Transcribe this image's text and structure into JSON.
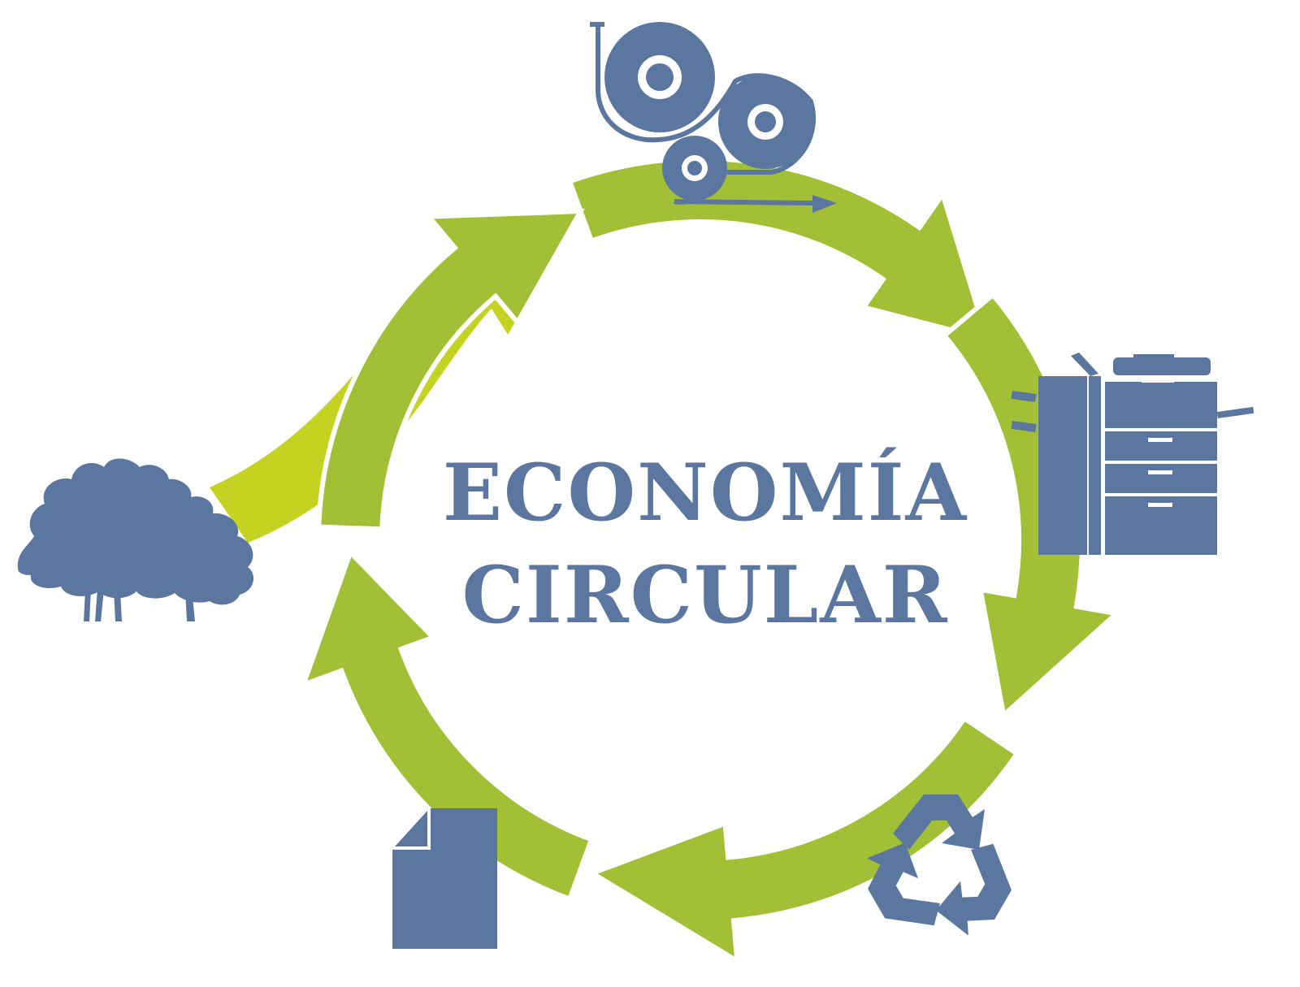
{
  "title": {
    "line1": "ECONOMÍA",
    "line2": "CIRCULAR"
  },
  "colors": {
    "ring_green": "#a3bf35",
    "intake_green": "#c4d221",
    "icon_blue": "#5b779f",
    "background": "#ffffff"
  },
  "stages": [
    {
      "name": "tree",
      "icon": "tree-icon"
    },
    {
      "name": "paper-mill",
      "icon": "paper-rolls-icon"
    },
    {
      "name": "printer",
      "icon": "copier-printer-icon"
    },
    {
      "name": "recycling",
      "icon": "recycle-icon"
    },
    {
      "name": "paper-sheet",
      "icon": "document-icon"
    }
  ]
}
